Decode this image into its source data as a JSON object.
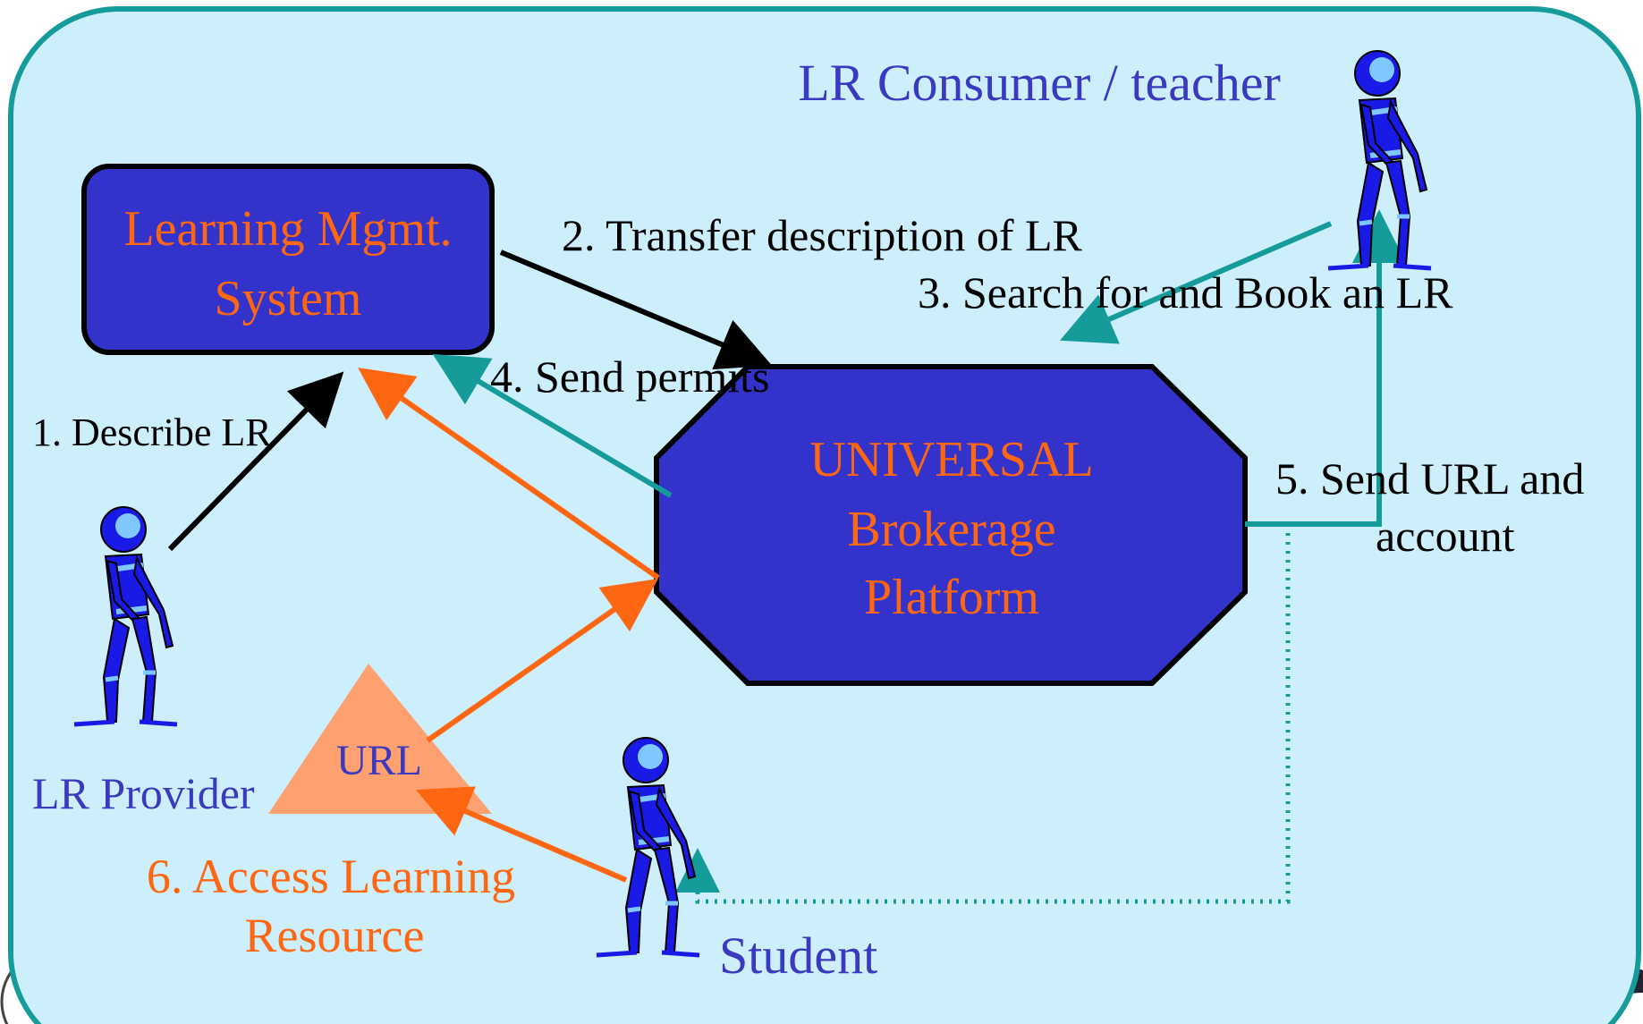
{
  "colors": {
    "background_panel": "#cdeefb",
    "panel_border": "#169b9b",
    "box_fill": "#3333cc",
    "box_text": "#ff6611",
    "actor_label": "#3a3ac0",
    "step_text": "#000000",
    "arrow_black": "#000000",
    "arrow_teal": "#169b9b",
    "arrow_orange": "#ff6611",
    "triangle_fill": "#ffa070",
    "figure_blue": "#1a1ae6",
    "figure_light": "#7fc8ff"
  },
  "nodes": {
    "lms": {
      "line1": "Learning Mgmt.",
      "line2": "System"
    },
    "platform": {
      "line1": "UNIVERSAL",
      "line2": "Brokerage",
      "line3": "Platform"
    },
    "url": {
      "label": "URL"
    }
  },
  "actors": {
    "consumer": "LR Consumer / teacher",
    "provider": "LR Provider",
    "student": "Student"
  },
  "steps": {
    "s1": "1. Describe LR",
    "s2": "2. Transfer description of LR",
    "s3": "3. Search for and Book an LR",
    "s4": "4. Send permits",
    "s5_line1": "5. Send URL and",
    "s5_line2": "account",
    "s6_line1": "6. Access Learning",
    "s6_line2": "Resource"
  },
  "icons": [
    "person-figure-icon",
    "seal-logo-icon"
  ]
}
